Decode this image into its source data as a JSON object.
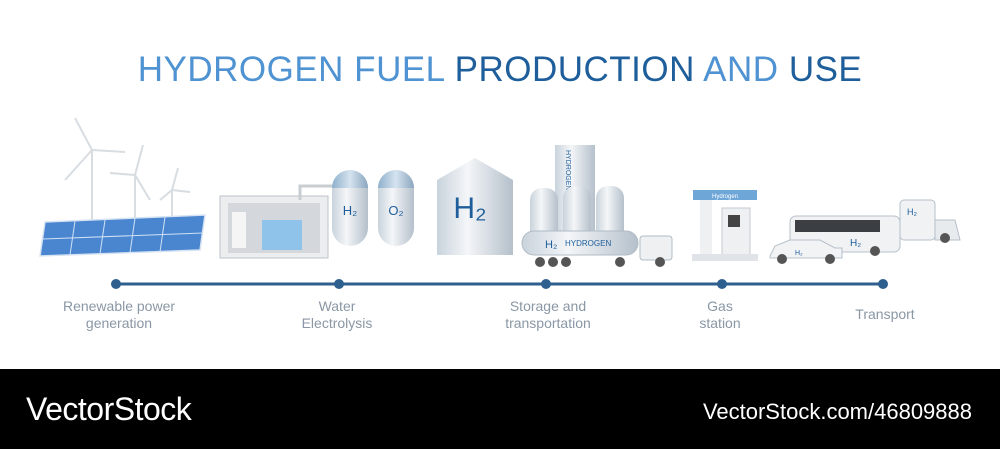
{
  "title": {
    "part1": "HYDROGEN FUEL",
    "part2": "PRODUCTION",
    "part3": "AND",
    "part4": "USE"
  },
  "stages": [
    {
      "line1": "Renewable power",
      "line2": "generation"
    },
    {
      "line1": "Water",
      "line2": "Electrolysis"
    },
    {
      "line1": "Storage and",
      "line2": "transportation"
    },
    {
      "line1": "Gas",
      "line2": "station"
    },
    {
      "line1": "Transport",
      "line2": ""
    }
  ],
  "illustration_text": {
    "h2": "H₂",
    "o2": "O₂",
    "tanker": "HYDROGEN",
    "tower": "HYDROGEN",
    "station": "Hydrogen"
  },
  "colors": {
    "light_blue": "#4f93d2",
    "dark_blue": "#1e5e9b",
    "timeline": "#2d5f8f",
    "label": "#8a97a5"
  },
  "footer": {
    "brand": "VectorStock",
    "ref": "VectorStock.com/46809888"
  }
}
